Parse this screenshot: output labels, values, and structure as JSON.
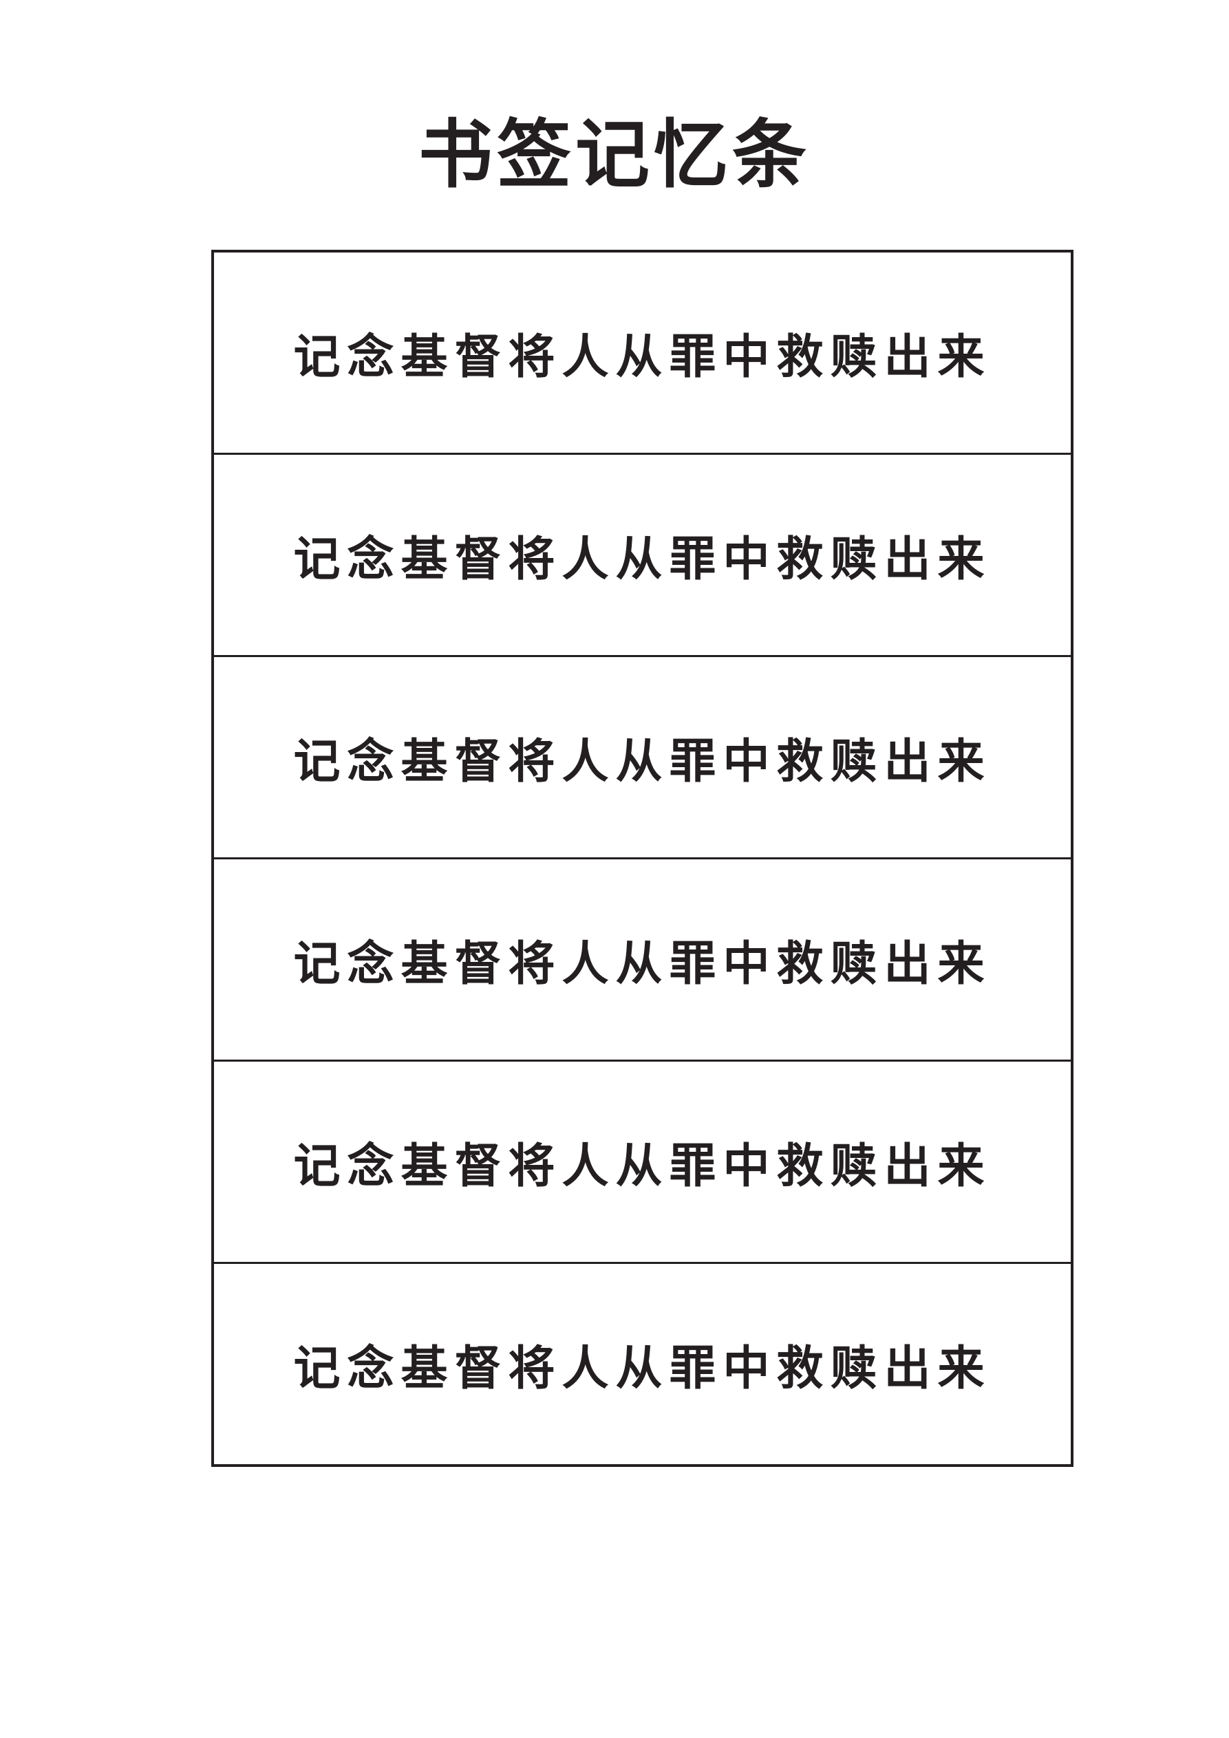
{
  "page": {
    "title": "书签记忆条"
  },
  "strips": [
    {
      "text": "记念基督将人从罪中救赎出来"
    },
    {
      "text": "记念基督将人从罪中救赎出来"
    },
    {
      "text": "记念基督将人从罪中救赎出来"
    },
    {
      "text": "记念基督将人从罪中救赎出来"
    },
    {
      "text": "记念基督将人从罪中救赎出来"
    },
    {
      "text": "记念基督将人从罪中救赎出来"
    }
  ],
  "colors": {
    "ink": "#231f20",
    "paper": "#ffffff"
  }
}
